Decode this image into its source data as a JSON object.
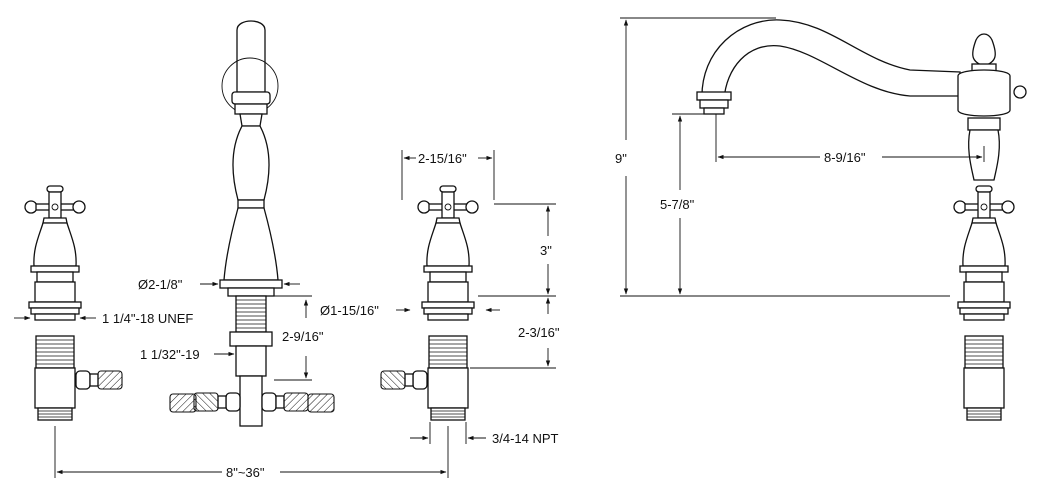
{
  "dimensions": {
    "thread_unef": "1 1/4\"-18 UNEF",
    "spout_base_diameter": "Ø2-1/8\"",
    "spout_thread": "1 1/32\"-19",
    "spout_shank_length": "2-9/16\"",
    "handle_width": "2-15/16\"",
    "handle_height": "3\"",
    "valve_base_diameter": "Ø1-15/16\"",
    "valve_shank_length": "2-3/16\"",
    "inlet_thread": "3/4-14 NPT",
    "spread": "8\"~36\"",
    "overall_height": "9\"",
    "spout_reach": "8-9/16\"",
    "spout_clearance": "5-7/8\""
  }
}
